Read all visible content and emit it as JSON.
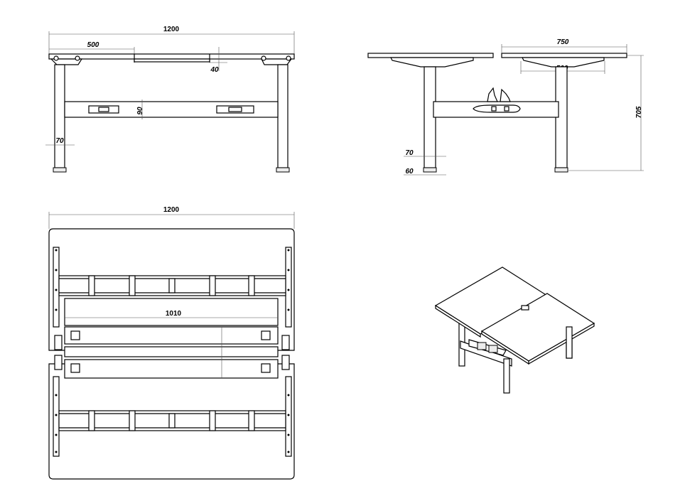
{
  "views": {
    "front": {
      "width_label": "1200",
      "offset_label": "500",
      "top_thickness_label": "40",
      "beam_height_label": "90",
      "leg_width_label": "70"
    },
    "side": {
      "depth_label": "750",
      "frame_depth_label": "500",
      "height_label": "705",
      "leg_width_label": "70",
      "foot_width_label": "60"
    },
    "top": {
      "width_label": "1200",
      "inner_width_label": "1010"
    },
    "iso": {}
  },
  "colors": {
    "line": "#000000",
    "dimension": "#555555",
    "background": "#ffffff"
  }
}
